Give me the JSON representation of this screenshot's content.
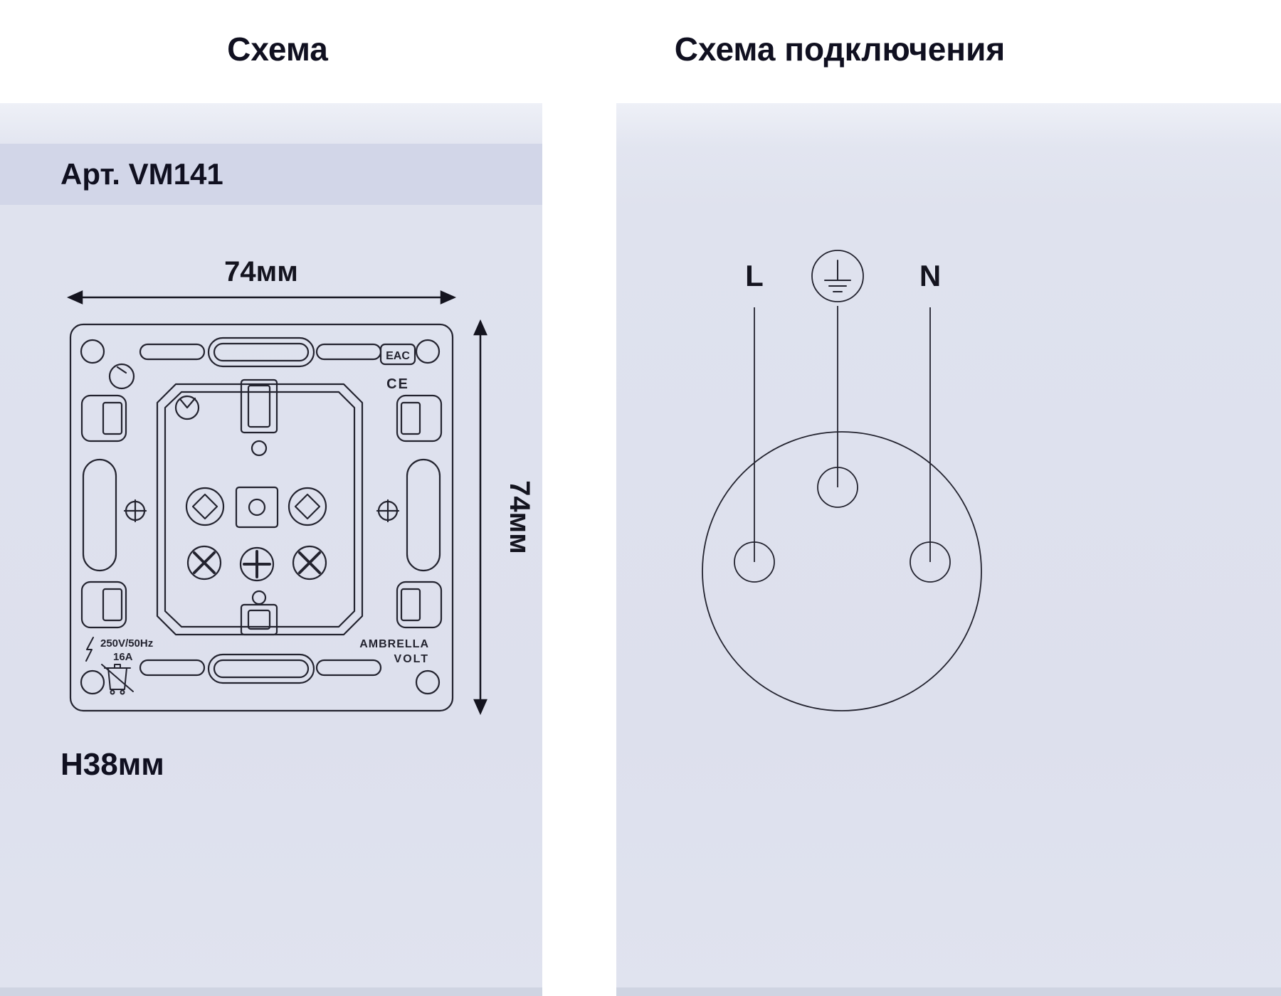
{
  "header": {
    "left_title": "Схема",
    "right_title": "Схема подключения"
  },
  "left_panel": {
    "article": "Арт. VM141",
    "width_dim": "74мм",
    "height_dim": "74мм",
    "depth_dim": "H38мм",
    "drawing_labels": {
      "rating_voltage": "250V/50Hz",
      "rating_current": "16A",
      "brand_line1": "AMBRELLA",
      "brand_line2": "VOLT",
      "cert_eac": "EAC",
      "cert_ce": "CE"
    }
  },
  "right_panel": {
    "line_label": "L",
    "neutral_label": "N"
  },
  "colors": {
    "header_background": "#ffffff",
    "panel_background": "#dfe2ee",
    "article_band": "#d2d6e8",
    "line_color": "#23232f",
    "text_color": "#101020"
  }
}
